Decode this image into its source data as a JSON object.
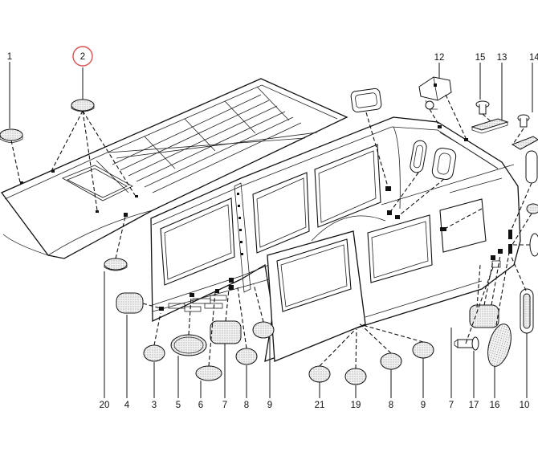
{
  "labels": {
    "l1": "1",
    "l2": "2",
    "l12": "12",
    "l15": "15",
    "l13": "13",
    "l14": "14",
    "l20": "20",
    "l4": "4",
    "l3": "3",
    "l5": "5",
    "l6": "6",
    "l7a": "7",
    "l8a": "8",
    "l9a": "9",
    "l21": "21",
    "l19": "19",
    "l8b": "8",
    "l9b": "9",
    "l7b": "7",
    "l17": "17",
    "l16": "16",
    "l10": "10"
  },
  "colors": {
    "highlight_circle": "#d9534f"
  }
}
